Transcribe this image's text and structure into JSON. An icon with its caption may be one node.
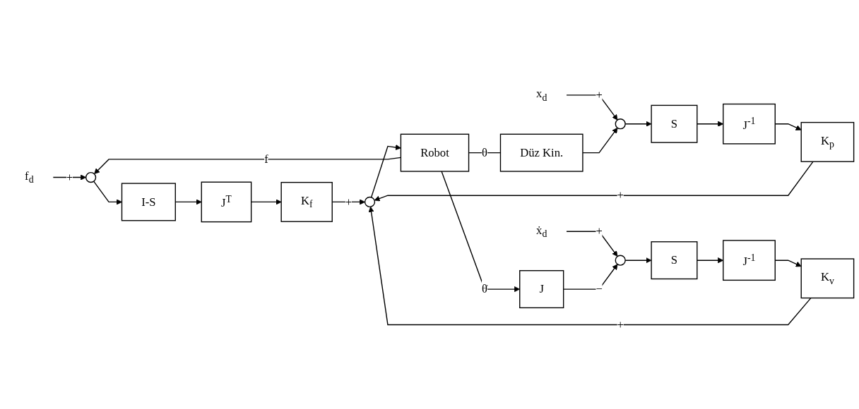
{
  "diagram": {
    "nodes": [
      {
        "text": [
          "f$_{d}$"
        ]
      },
      {
        "text": [],
        "shape": "circle"
      },
      {
        "text": [
          "I-S"
        ]
      },
      {
        "text": [
          "J$^{T}$"
        ]
      },
      {
        "text": [
          "K$_{f}$"
        ]
      },
      {
        "text": [
          "Düz Kin."
        ]
      },
      {
        "text": [
          "x$_{d}$"
        ]
      },
      {
        "text": [],
        "shape": "circle"
      },
      {
        "text": [
          "S"
        ]
      },
      {
        "text": [
          "J$^{-1}$"
        ]
      },
      {
        "text": [
          "K$_{p}$"
        ]
      },
      {
        "text": [],
        "shape": "circle"
      },
      {
        "text": [
          "Robot"
        ]
      },
      {
        "text": [
          "ẋ$_{d}$"
        ]
      },
      {
        "text": [],
        "shape": "circle"
      },
      {
        "text": [
          "S"
        ]
      },
      {
        "text": [
          "J$^{-1}$"
        ]
      },
      {
        "text": [
          "K$_{v}$"
        ]
      },
      {
        "text": [
          "J"
        ]
      }
    ],
    "edges": [
      {
        "from": 0,
        "to": 1,
        "arrow": "to",
        "label": "+"
      },
      {
        "from": 1,
        "to": 2,
        "arrow": "to"
      },
      {
        "from": 2,
        "to": 3,
        "arrow": "to"
      },
      {
        "from": 3,
        "to": 4,
        "arrow": "to"
      },
      {
        "from": 4,
        "to": 11,
        "arrow": "to",
        "label": "+"
      },
      {
        "from": 6,
        "to": 7,
        "arrow": "to",
        "label": "+"
      },
      {
        "from": 7,
        "to": 8,
        "arrow": "to"
      },
      {
        "from": 8,
        "to": 9,
        "arrow": "to"
      },
      {
        "from": 9,
        "to": 10,
        "arrow": "to"
      },
      {
        "from": 10,
        "to": 11,
        "arrow": "to",
        "label": "+"
      },
      {
        "from": 13,
        "to": 14,
        "arrow": "to",
        "label": "+"
      },
      {
        "from": 14,
        "to": 15,
        "arrow": "to"
      },
      {
        "from": 15,
        "to": 16,
        "arrow": "to"
      },
      {
        "from": 16,
        "to": 17,
        "arrow": "to"
      },
      {
        "from": 17,
        "to": 11,
        "arrow": "to",
        "label": "+"
      },
      {
        "from": 11,
        "to": 12,
        "arrow": "to"
      },
      {
        "from": 12,
        "to": 1,
        "arrow": "to",
        "label": "f"
      },
      {
        "from": 12,
        "to": 5,
        "arrow": "none",
        "label": "θ"
      },
      {
        "from": 5,
        "to": 7,
        "arrow": "to"
      },
      {
        "from": 12,
        "to": 18,
        "arrow": "to",
        "label": "θ̇"
      },
      {
        "from": 18,
        "to": 14,
        "arrow": "to",
        "label": "−"
      }
    ]
  }
}
